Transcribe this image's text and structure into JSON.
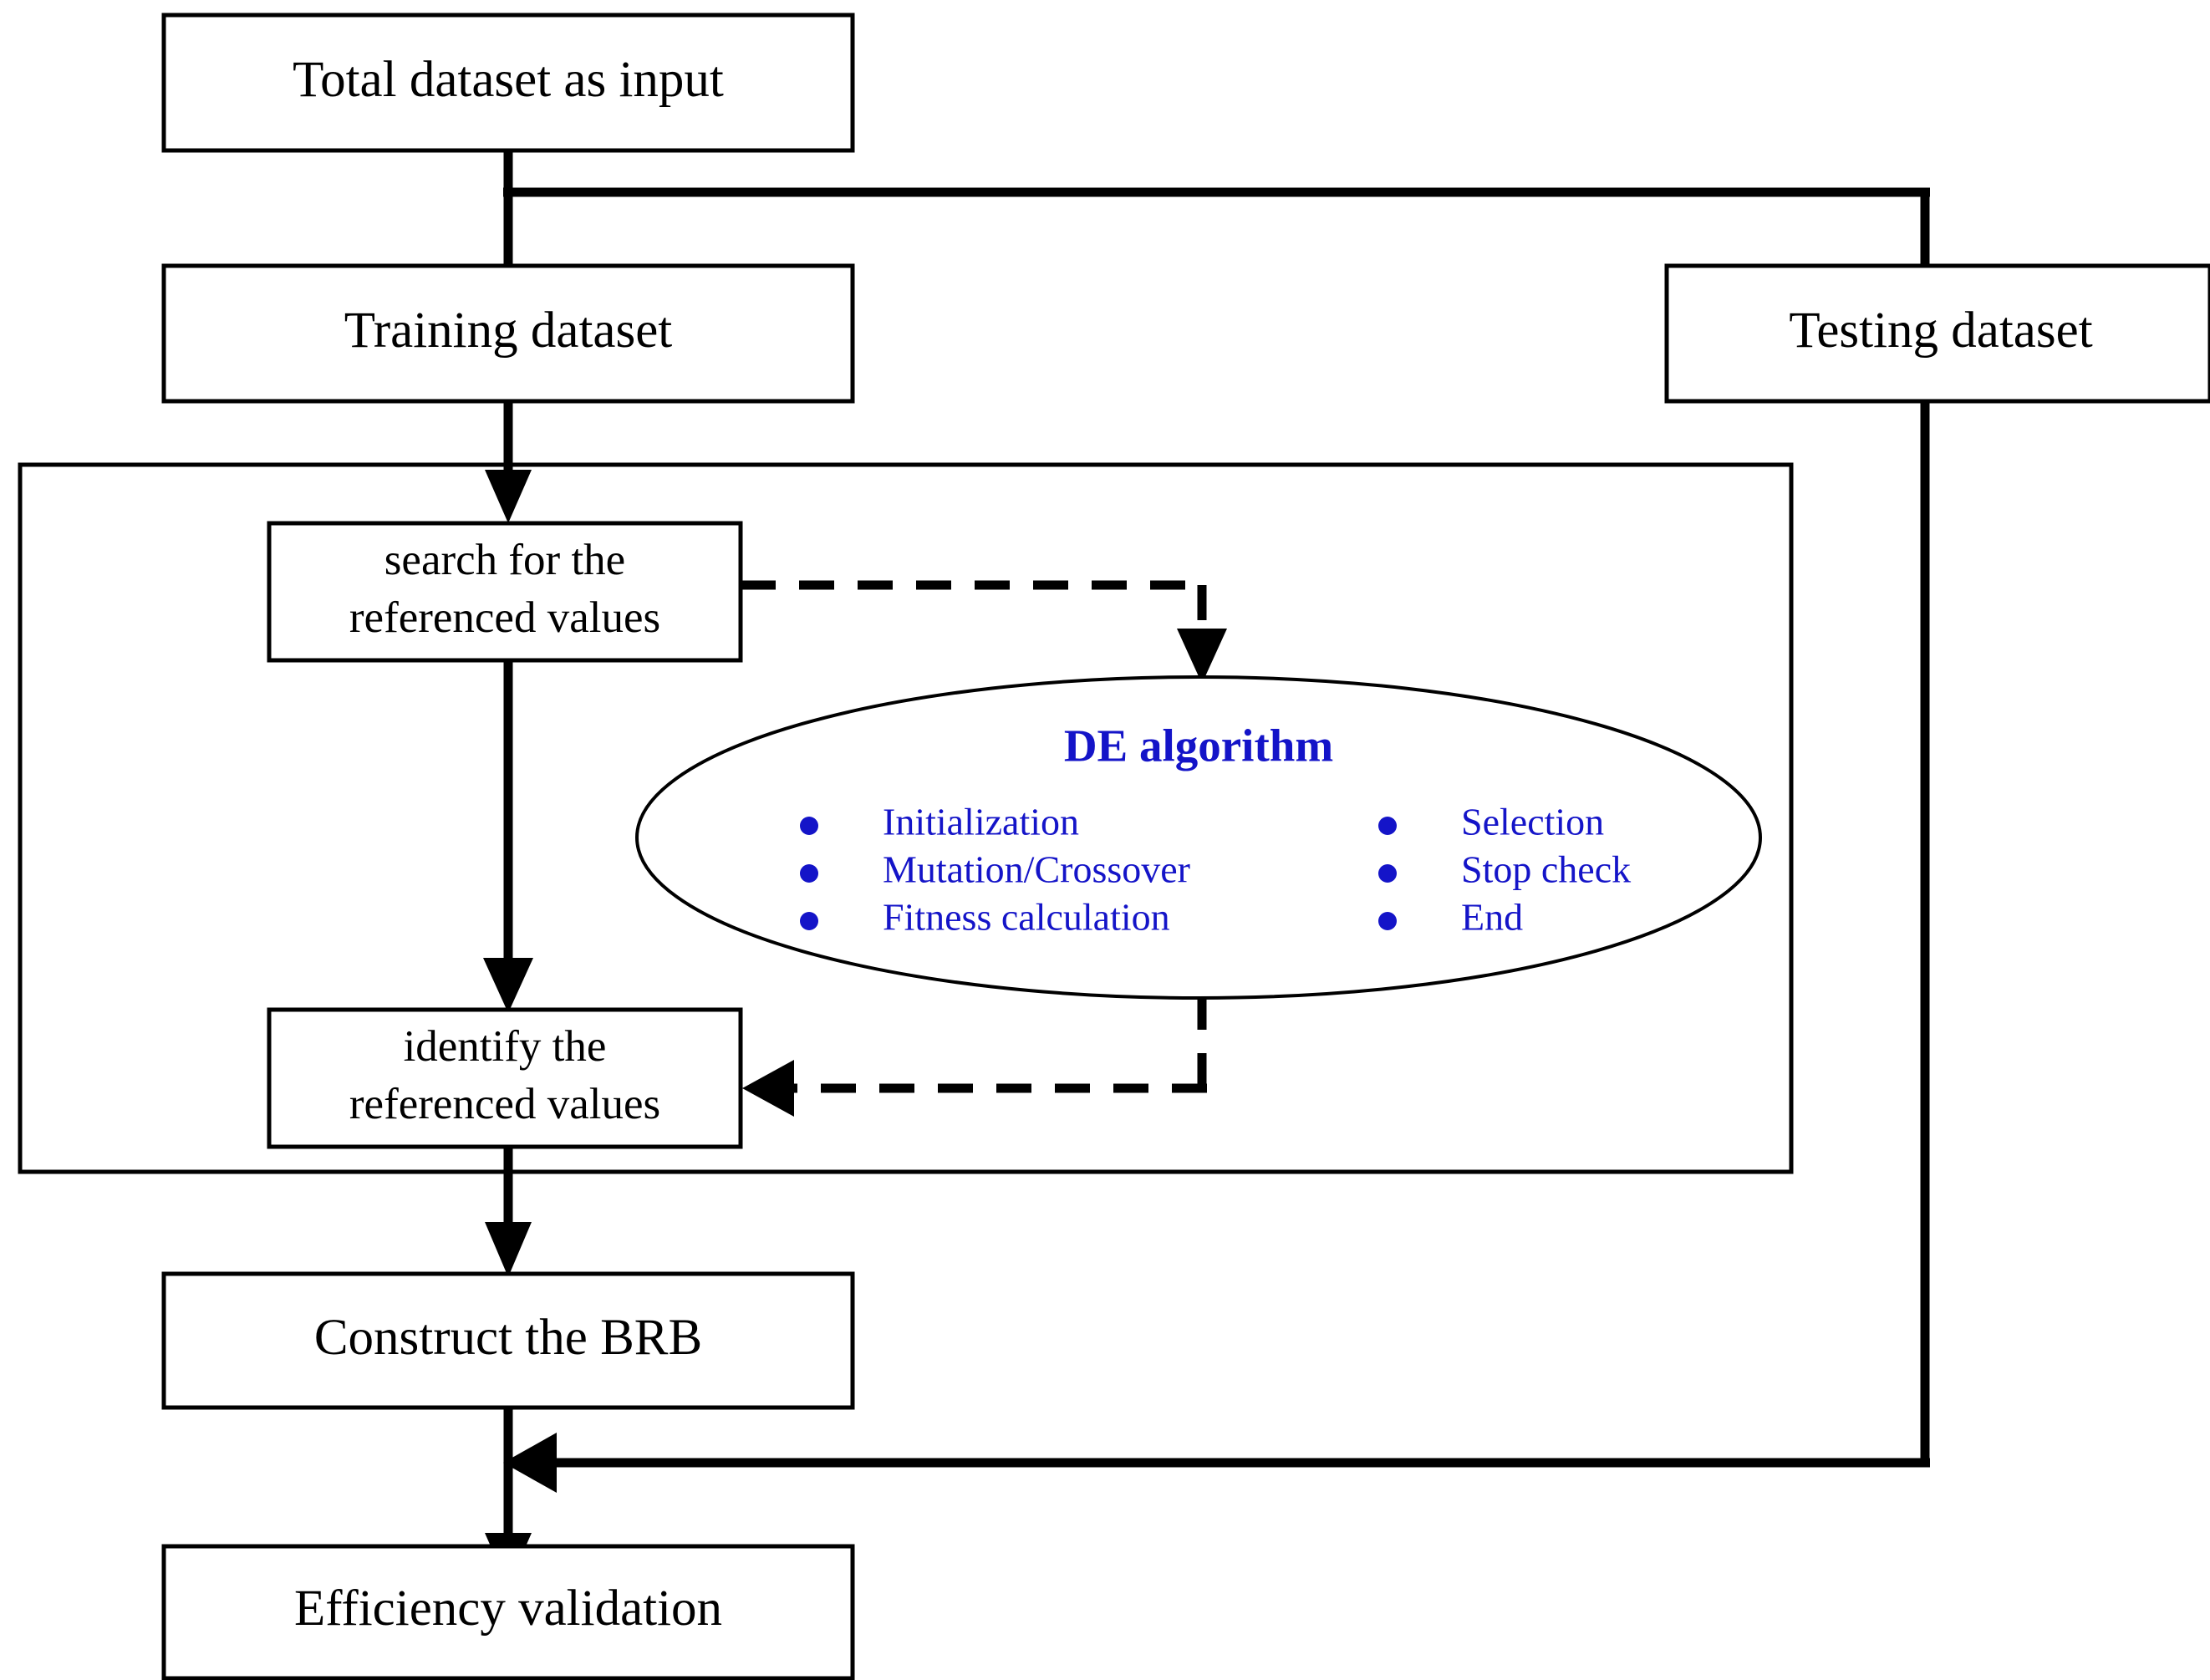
{
  "diagram": {
    "title": "BRB construction with DE algorithm optimisation flowchart",
    "accent_color": "#1414c8",
    "line_color": "#000000",
    "background_color": "#ffffff"
  },
  "nodes": {
    "total_dataset": {
      "label": "Total dataset as input"
    },
    "training_dataset": {
      "label": "Training dataset"
    },
    "testing_dataset": {
      "label": "Testing dataset"
    },
    "search_values": {
      "line1": "search for the",
      "line2": "referenced values"
    },
    "identify_values": {
      "line1": "identify the",
      "line2": "referenced values"
    },
    "construct_brb": {
      "label": "Construct the BRB"
    },
    "efficiency_validation": {
      "label": "Efficiency validation"
    }
  },
  "de_algorithm": {
    "title": "DE algorithm",
    "column_left": [
      "Initialization",
      "Mutation/Crossover",
      "Fitness calculation"
    ],
    "column_right": [
      "Selection",
      "Stop check",
      "End"
    ]
  },
  "connectors": [
    {
      "name": "total-to-split",
      "style": "solid"
    },
    {
      "name": "split-to-training",
      "style": "solid"
    },
    {
      "name": "split-to-testing",
      "style": "solid"
    },
    {
      "name": "training-to-search",
      "style": "solid"
    },
    {
      "name": "search-to-de",
      "style": "dashed"
    },
    {
      "name": "de-to-identify",
      "style": "dashed"
    },
    {
      "name": "search-to-identify",
      "style": "solid"
    },
    {
      "name": "identify-to-construct",
      "style": "solid"
    },
    {
      "name": "construct-to-validation",
      "style": "solid"
    },
    {
      "name": "testing-to-validation",
      "style": "solid"
    }
  ]
}
